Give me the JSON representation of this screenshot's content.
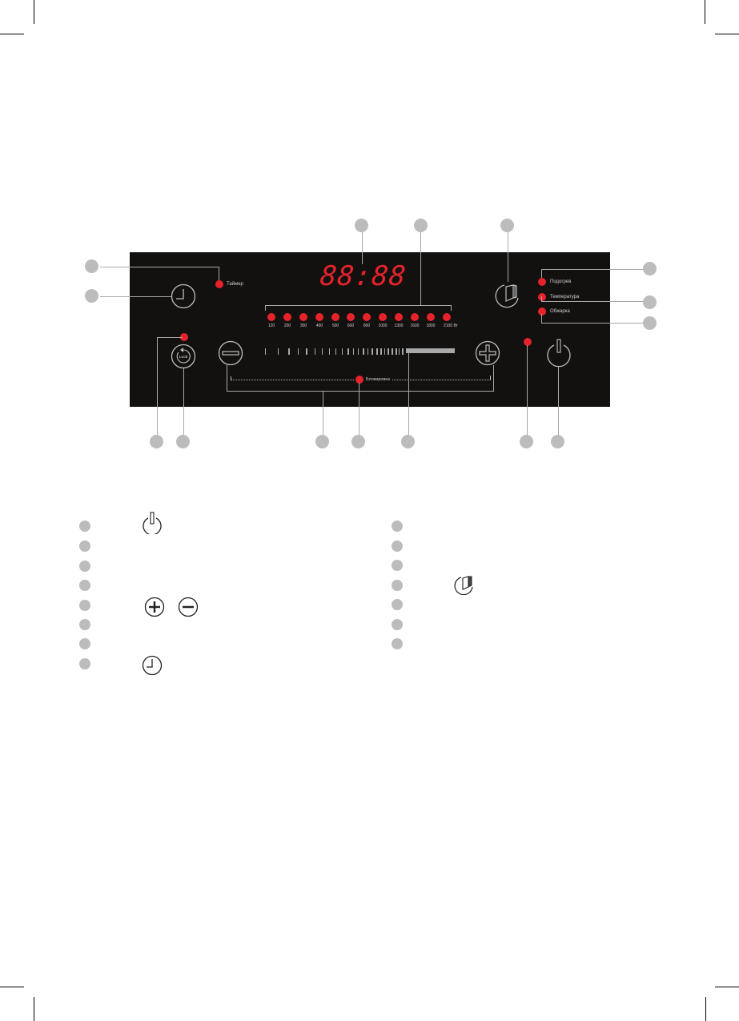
{
  "panel": {
    "display": "88:88",
    "timer_label": "Таймер",
    "lock_label": "Блокировка",
    "lock_button_text": "Lock",
    "modes": [
      {
        "label": "Подогрев"
      },
      {
        "label": "Температура"
      },
      {
        "label": "Обжарка"
      }
    ],
    "power_levels": [
      "120",
      "200",
      "300",
      "400",
      "500",
      "600",
      "800",
      "1000",
      "1300",
      "1600",
      "1800",
      "2100 Вт"
    ],
    "colors": {
      "panel": "#121110",
      "led": "#e5232a",
      "callout": "#bcbcbc",
      "line": "#a8a8a8"
    }
  },
  "legend": {
    "left": [
      {
        "icon": "power-icon"
      },
      {
        "icon": ""
      },
      {
        "icon": ""
      },
      {
        "icon": ""
      },
      {
        "icon": "plus-minus-icons"
      },
      {
        "icon": ""
      },
      {
        "icon": ""
      },
      {
        "icon": "clock-icon"
      }
    ],
    "right": [
      {
        "icon": ""
      },
      {
        "icon": ""
      },
      {
        "icon": ""
      },
      {
        "icon": "menu-book-icon"
      },
      {
        "icon": ""
      },
      {
        "icon": ""
      },
      {
        "icon": ""
      }
    ]
  }
}
